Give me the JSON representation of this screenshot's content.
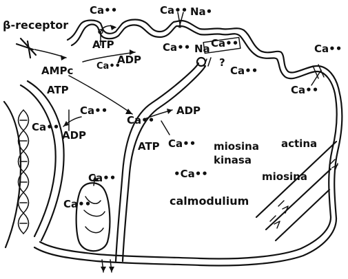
{
  "labels": {
    "beta_receptor": "β-receptor",
    "atp_top": "ATP",
    "adp_top": "ADP",
    "ca_top_left": "Ca••",
    "ca_top_mid": "Ca••",
    "ca_top_right": "Ca••",
    "na_top": "Na•",
    "ca_membrane_left": "Ca••",
    "na_exchanger": "Na",
    "ca_exchanger": "Ca••",
    "question_mark": "?",
    "ca_below_exchanger": "Ca••",
    "ca_channel_out": "Ca••",
    "ca_channel_in": "Ca••",
    "ampc": "AMPc",
    "atp_left": "ATP",
    "ca_sr_right": "Ca••",
    "ca_sr_left": "Ca••",
    "adp_left": "ADP",
    "ca_center": "Ca••",
    "adp_center": "ADP",
    "atp_center": "ATP",
    "ca_center_pump": "Ca••",
    "miosina_kinasa_1": "miosina",
    "miosina_kinasa_2": "kinasa",
    "actina": "actina",
    "ca_free": "•Ca••",
    "miosina": "miosina",
    "calmodulium": "calmodulium",
    "ca_mito_top": "Ca••",
    "ca_mito_left": "Ca••"
  }
}
